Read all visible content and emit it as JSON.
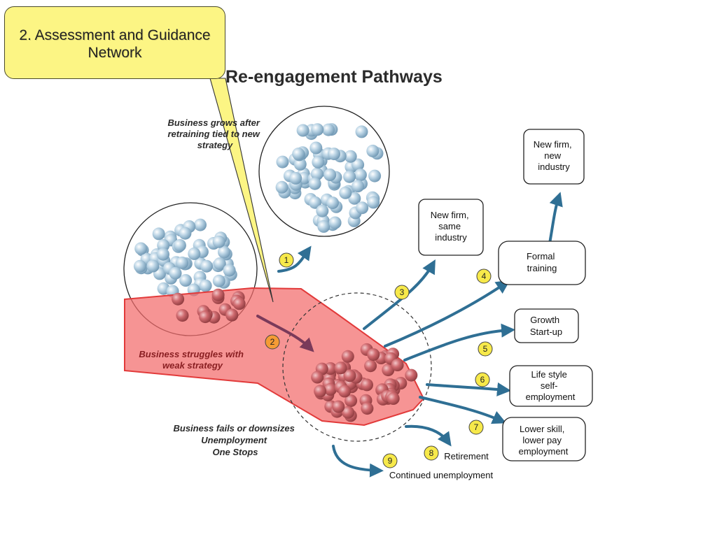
{
  "callout": {
    "line1": "2. Assessment and Guidance",
    "line2": "Network"
  },
  "title": "Re-engagement Pathways",
  "labels": {
    "grows": [
      "Business grows after",
      "retraining tied to new",
      "strategy"
    ],
    "struggles": [
      "Business struggles with",
      "weak strategy"
    ],
    "fails": [
      "Business fails or downsizes",
      "Unemployment",
      "One Stops"
    ]
  },
  "destinations": {
    "new_firm_new_industry": [
      "New firm,",
      "new",
      "industry"
    ],
    "new_firm_same_industry": [
      "New firm,",
      "same",
      "industry"
    ],
    "formal_training": [
      "Formal",
      "training"
    ],
    "growth_startup": [
      "Growth",
      "Start-up"
    ],
    "lifestyle": [
      "Life style",
      "self-",
      "employment"
    ],
    "lower_skill": [
      "Lower skill,",
      "lower pay",
      "employment"
    ],
    "retirement": "Retirement",
    "continued_unemployment": "Continued unemployment"
  },
  "markers": {
    "m1": "1",
    "m2": "2",
    "m3": "3",
    "m4": "4",
    "m5": "5",
    "m6": "6",
    "m7": "7",
    "m8": "8",
    "m9": "9"
  },
  "colors": {
    "callout_fill": "#fcf584",
    "red_region": "#f26b6b",
    "arrow": "#2f6f94",
    "marker_yellow": "#f7e94a",
    "marker_orange": "#f59b35",
    "blue_sphere": "#a9c8dc",
    "red_sphere": "#c8585c"
  }
}
